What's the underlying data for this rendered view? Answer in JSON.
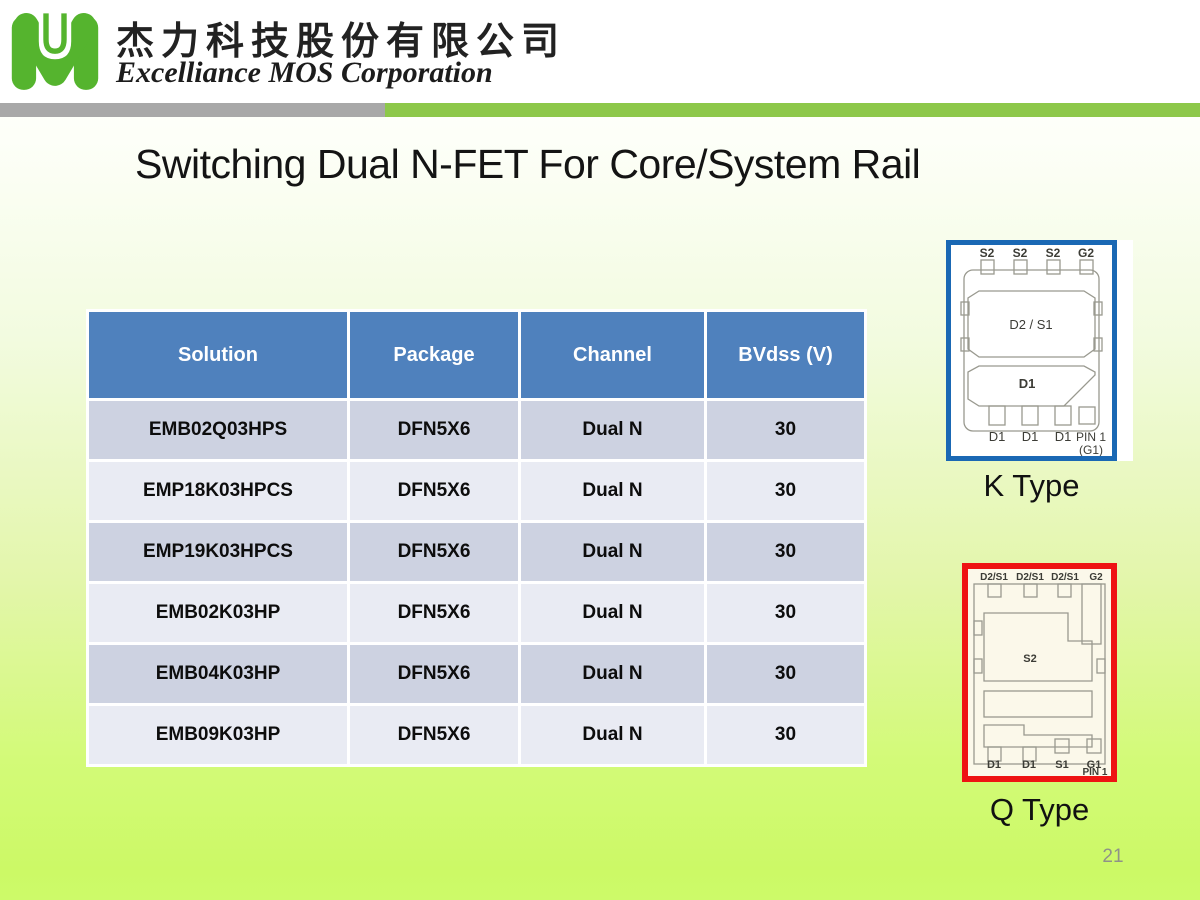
{
  "header": {
    "company_cn": "杰力科技股份有限公司",
    "company_en": "Excelliance MOS Corporation"
  },
  "slide": {
    "title": "Switching Dual N-FET For Core/System Rail",
    "page_number": "21"
  },
  "table": {
    "columns": [
      "Solution",
      "Package",
      "Channel",
      "BVdss (V)"
    ],
    "rows": [
      [
        "EMB02Q03HPS",
        "DFN5X6",
        "Dual N",
        "30"
      ],
      [
        "EMP18K03HPCS",
        "DFN5X6",
        "Dual N",
        "30"
      ],
      [
        "EMP19K03HPCS",
        "DFN5X6",
        "Dual N",
        "30"
      ],
      [
        "EMB02K03HP",
        "DFN5X6",
        "Dual N",
        "30"
      ],
      [
        "EMB04K03HP",
        "DFN5X6",
        "Dual N",
        "30"
      ],
      [
        "EMB09K03HP",
        "DFN5X6",
        "Dual N",
        "30"
      ]
    ]
  },
  "diagrams": {
    "k": {
      "label": "K Type",
      "top_pins": [
        "S2",
        "S2",
        "S2",
        "G2"
      ],
      "center_pad": "D2 / S1",
      "lower_pad": "D1",
      "bottom_pins": [
        "D1",
        "D1",
        "D1"
      ],
      "pin1": "PIN 1",
      "pin1_sub": "(G1)"
    },
    "q": {
      "label": "Q Type",
      "top_pins": [
        "D2/S1",
        "D2/S1",
        "D2/S1",
        "G2"
      ],
      "center_pad": "S2",
      "bottom_pins": [
        "D1",
        "D1",
        "S1",
        "G1"
      ],
      "pin1": "PIN 1"
    }
  },
  "colors": {
    "table_header_blue": "#4f81bd",
    "row_dark": "#cdd2e1",
    "row_light": "#e9ebf3",
    "accent_bar_gray": "#a8a8a8",
    "accent_bar_green": "#8dc84a",
    "k_border_blue": "#1a68b4",
    "q_border_red": "#ee1313",
    "q_interior_cream": "#fbf8ea",
    "logo_green": "#55b42e",
    "background_bottom": "#ccf966"
  }
}
